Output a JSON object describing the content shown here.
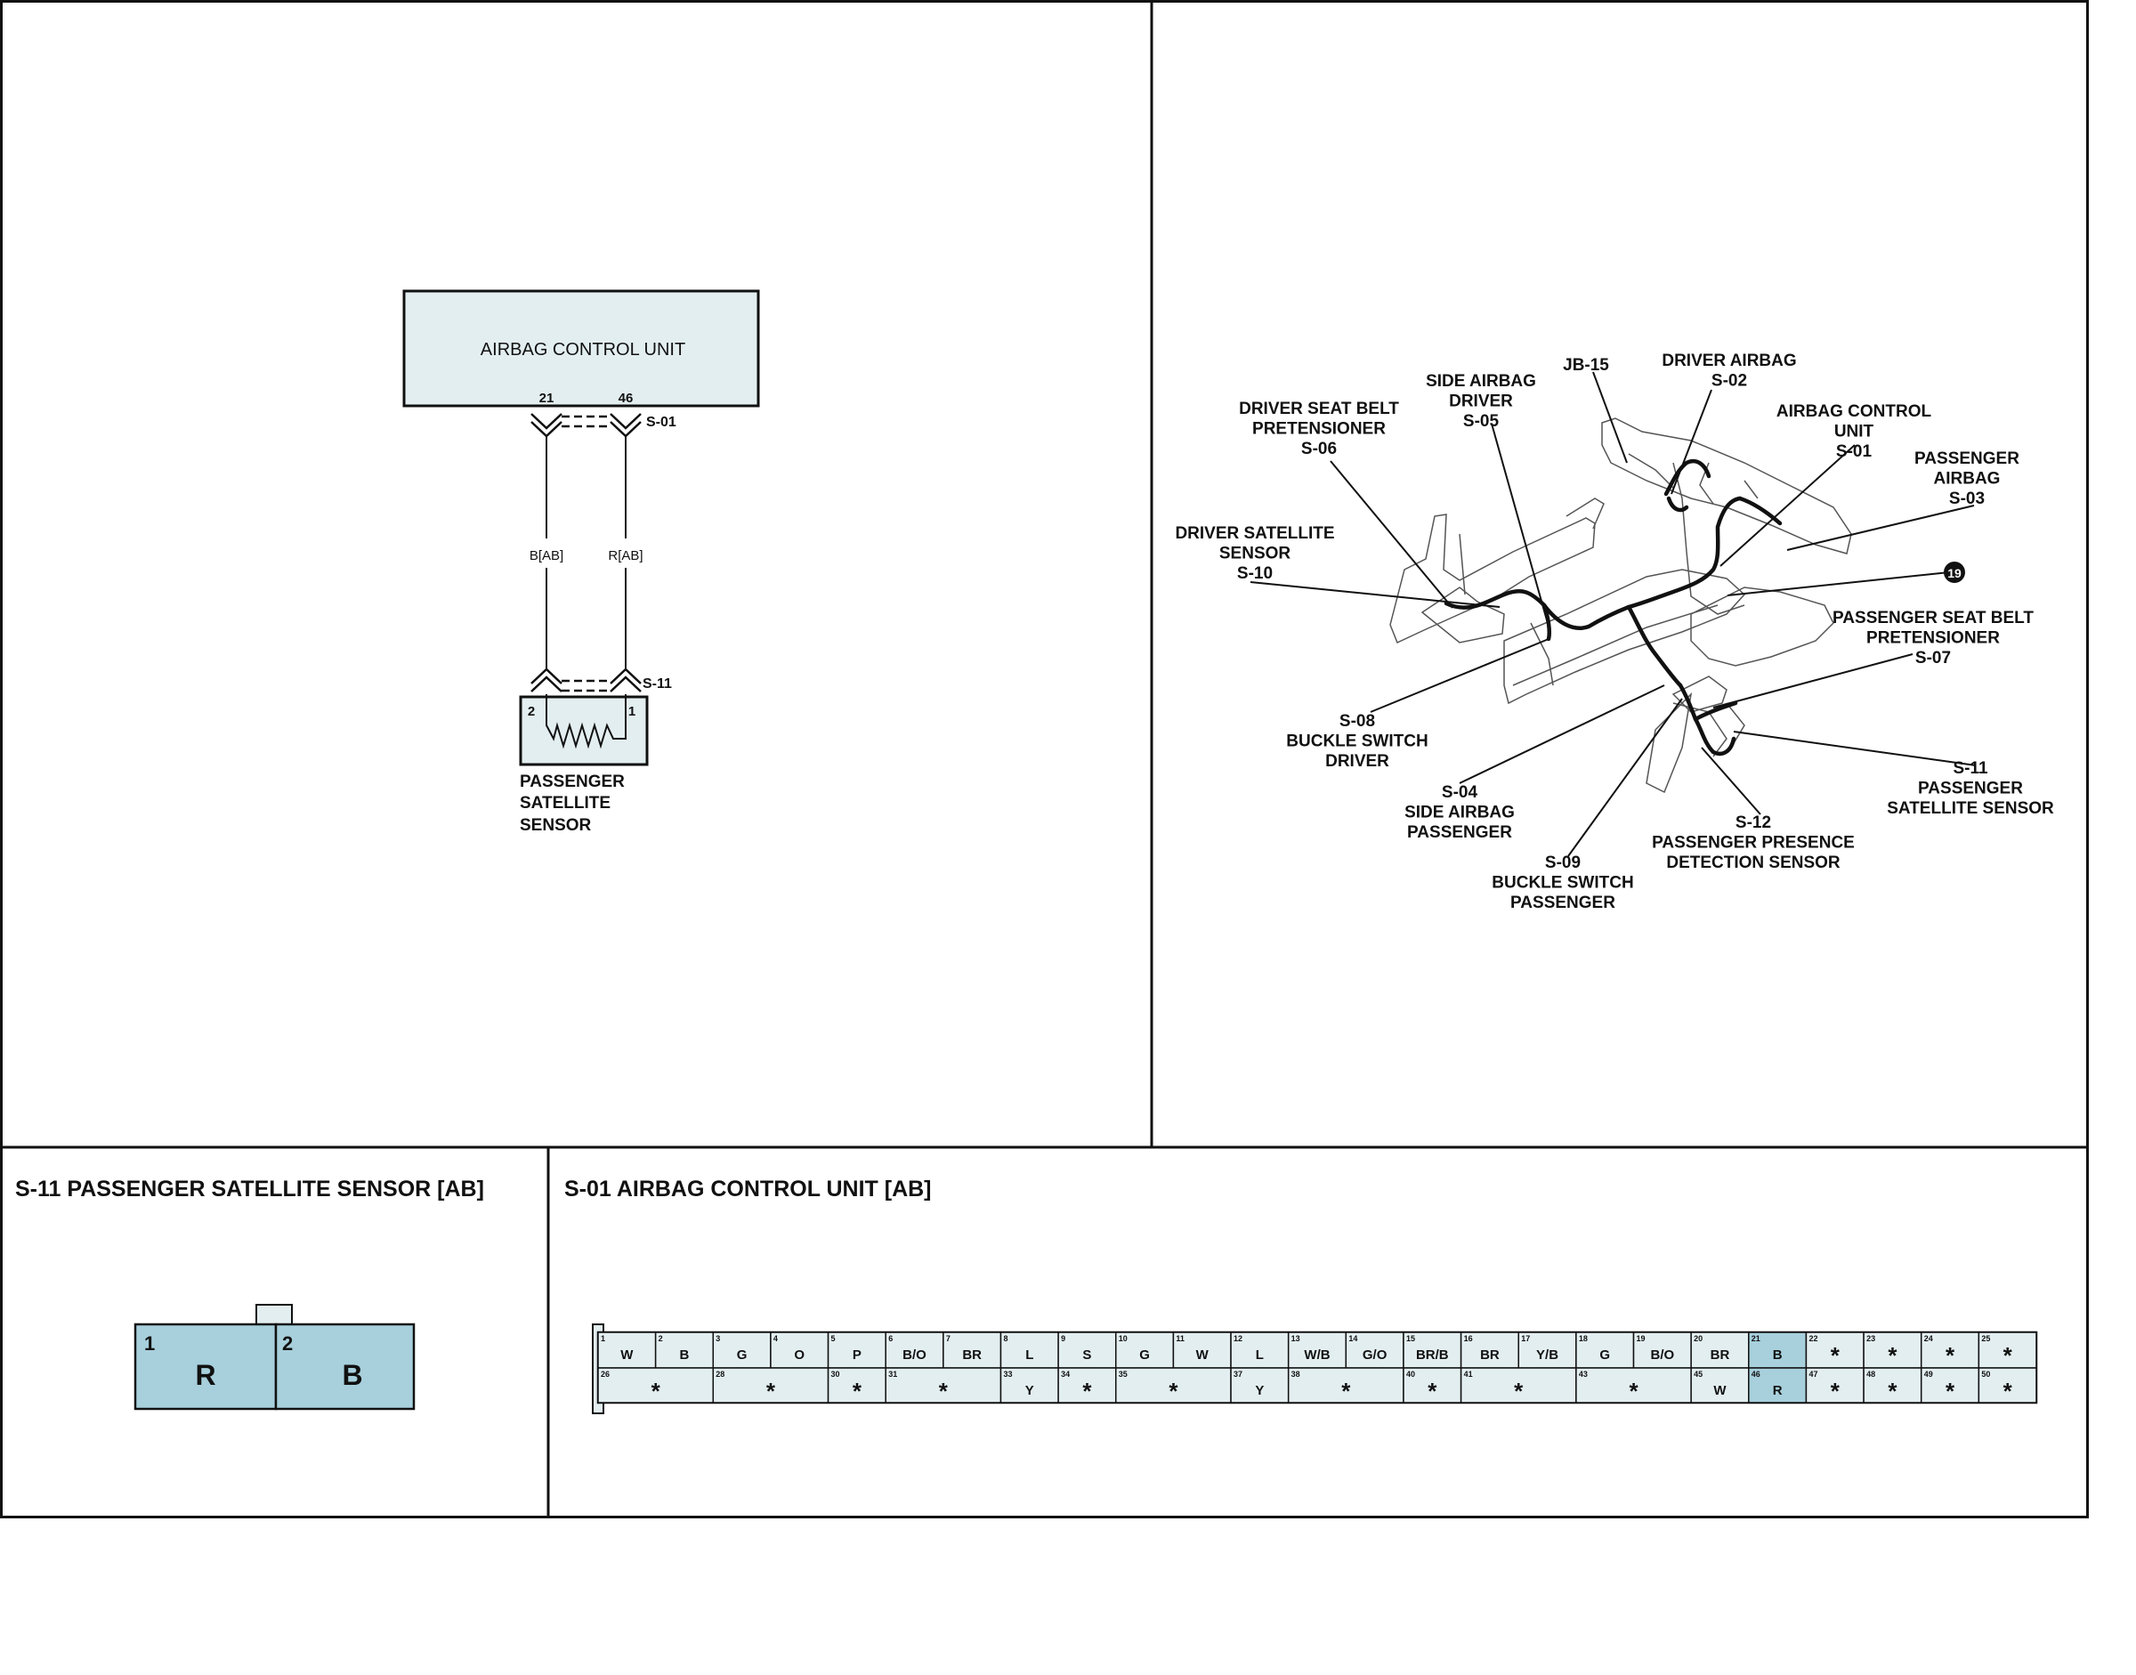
{
  "schematic": {
    "ecu_label": "AIRBAG CONTROL UNIT",
    "ecu_pin_left": "21",
    "ecu_pin_right": "46",
    "ecu_connector": "S-01",
    "wire_left": "B[AB]",
    "wire_right": "R[AB]",
    "sensor_connector": "S-11",
    "sensor_pin_left": "2",
    "sensor_pin_right": "1",
    "sensor_label": [
      "PASSENGER",
      "SATELLITE",
      "SENSOR"
    ]
  },
  "locator": {
    "labels": [
      {
        "id": "jb15",
        "lines": [
          "JB-15"
        ]
      },
      {
        "id": "driver-airbag",
        "lines": [
          "DRIVER AIRBAG",
          "S-02"
        ]
      },
      {
        "id": "side-airbag-driver",
        "lines": [
          "SIDE AIRBAG",
          "DRIVER",
          "S-05"
        ]
      },
      {
        "id": "driver-seat-belt",
        "lines": [
          "DRIVER SEAT BELT",
          "PRETENSIONER",
          "S-06"
        ]
      },
      {
        "id": "airbag-control-unit",
        "lines": [
          "AIRBAG CONTROL",
          "UNIT",
          "S-01"
        ]
      },
      {
        "id": "passenger-airbag",
        "lines": [
          "PASSENGER",
          "AIRBAG",
          "S-03"
        ]
      },
      {
        "id": "driver-satellite",
        "lines": [
          "DRIVER SATELLITE",
          "SENSOR",
          "S-10"
        ]
      },
      {
        "id": "passenger-seat-belt",
        "lines": [
          "PASSENGER SEAT BELT",
          "PRETENSIONER",
          "S-07"
        ]
      },
      {
        "id": "buckle-driver",
        "lines": [
          "S-08",
          "BUCKLE SWITCH",
          "DRIVER"
        ]
      },
      {
        "id": "side-airbag-passenger",
        "lines": [
          "S-04",
          "SIDE AIRBAG",
          "PASSENGER"
        ]
      },
      {
        "id": "passenger-satellite",
        "lines": [
          "S-11",
          "PASSENGER",
          "SATELLITE SENSOR"
        ]
      },
      {
        "id": "passenger-presence",
        "lines": [
          "S-12",
          "PASSENGER PRESENCE",
          "DETECTION SENSOR"
        ]
      },
      {
        "id": "buckle-passenger",
        "lines": [
          "S-09",
          "BUCKLE SWITCH",
          "PASSENGER"
        ]
      }
    ],
    "ground_marker": "19"
  },
  "connector_s11": {
    "title": "S-11 PASSENGER SATELLITE SENSOR [AB]",
    "pins": [
      {
        "num": "1",
        "wire": "R"
      },
      {
        "num": "2",
        "wire": "B"
      }
    ]
  },
  "connector_s01": {
    "title": "S-01 AIRBAG CONTROL UNIT [AB]",
    "top_row": [
      {
        "num": "1",
        "wire": "W"
      },
      {
        "num": "2",
        "wire": "B"
      },
      {
        "num": "3",
        "wire": "G"
      },
      {
        "num": "4",
        "wire": "O"
      },
      {
        "num": "5",
        "wire": "P"
      },
      {
        "num": "6",
        "wire": "B/O"
      },
      {
        "num": "7",
        "wire": "BR"
      },
      {
        "num": "8",
        "wire": "L"
      },
      {
        "num": "9",
        "wire": "S"
      },
      {
        "num": "10",
        "wire": "G"
      },
      {
        "num": "11",
        "wire": "W"
      },
      {
        "num": "12",
        "wire": "L"
      },
      {
        "num": "13",
        "wire": "W/B"
      },
      {
        "num": "14",
        "wire": "G/O"
      },
      {
        "num": "15",
        "wire": "BR/B"
      },
      {
        "num": "16",
        "wire": "BR"
      },
      {
        "num": "17",
        "wire": "Y/B"
      },
      {
        "num": "18",
        "wire": "G"
      },
      {
        "num": "19",
        "wire": "B/O"
      },
      {
        "num": "20",
        "wire": "BR"
      },
      {
        "num": "21",
        "wire": "B"
      },
      {
        "num": "22",
        "wire": "*"
      },
      {
        "num": "23",
        "wire": "*"
      },
      {
        "num": "24",
        "wire": "*"
      },
      {
        "num": "25",
        "wire": "*"
      }
    ],
    "bottom_row": [
      {
        "num": "26",
        "wire": "*"
      },
      {
        "num": "28",
        "wire": "*"
      },
      {
        "num": "30",
        "wire": "*"
      },
      {
        "num": "31",
        "wire": "*"
      },
      {
        "num": "33",
        "wire": "Y"
      },
      {
        "num": "34",
        "wire": "*"
      },
      {
        "num": "35",
        "wire": "*"
      },
      {
        "num": "37",
        "wire": "Y"
      },
      {
        "num": "38",
        "wire": "*"
      },
      {
        "num": "40",
        "wire": "*"
      },
      {
        "num": "41",
        "wire": "*"
      },
      {
        "num": "43",
        "wire": "*"
      },
      {
        "num": "45",
        "wire": "W"
      },
      {
        "num": "46",
        "wire": "R"
      },
      {
        "num": "47",
        "wire": "*"
      },
      {
        "num": "48",
        "wire": "*"
      },
      {
        "num": "49",
        "wire": "*"
      },
      {
        "num": "50",
        "wire": "*"
      }
    ]
  }
}
